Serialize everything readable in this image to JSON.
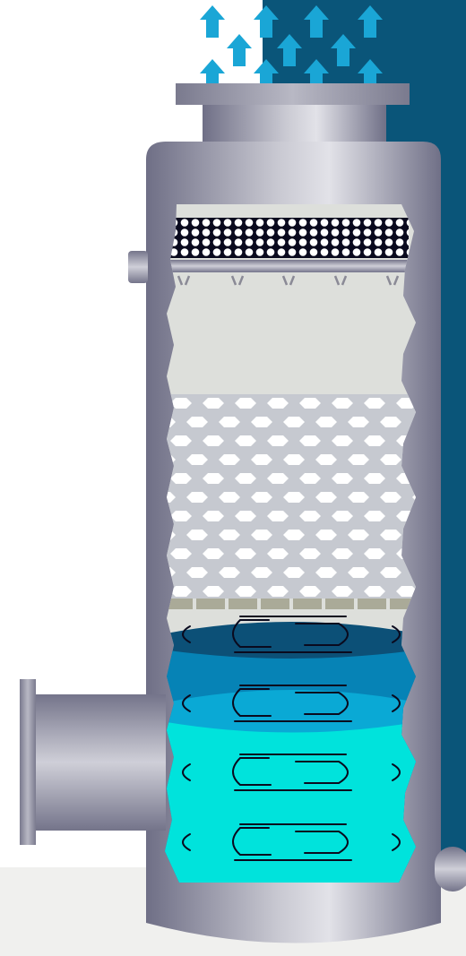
{
  "figure": {
    "subject": "scrubber-column-cutaway",
    "sections": [
      {
        "id": "exhaust-arrows",
        "icon": "up-arrow-icon",
        "color": "#1aa6d6"
      },
      {
        "id": "background-panel",
        "color": "#0a5579"
      },
      {
        "id": "floor-band",
        "color": "#f0f0ee"
      },
      {
        "id": "vessel-shell",
        "color": "#8e8ea1"
      },
      {
        "id": "mist-eliminator",
        "color": "#ffffff"
      },
      {
        "id": "spray-header",
        "color": "#9a9aa8"
      },
      {
        "id": "disengagement-zone",
        "color": "#dddfdb"
      },
      {
        "id": "packing-bed",
        "color": "#c6c9d0"
      },
      {
        "id": "support-grid",
        "color": "#aaaa98"
      },
      {
        "id": "liquid-layer-dark",
        "color": "#0c5077"
      },
      {
        "id": "liquid-layer-mid",
        "color": "#0683b6"
      },
      {
        "id": "liquid-layer-light",
        "color": "#0aa9d5"
      },
      {
        "id": "liquid-sump",
        "color": "#00e3dc"
      },
      {
        "id": "gas-inlet-nozzle",
        "color": "#9d9dac"
      },
      {
        "id": "liquid-inlet-nozzle",
        "color": "#9d9dac"
      },
      {
        "id": "liquid-outlet-nozzle",
        "color": "#9d9dac"
      }
    ]
  }
}
